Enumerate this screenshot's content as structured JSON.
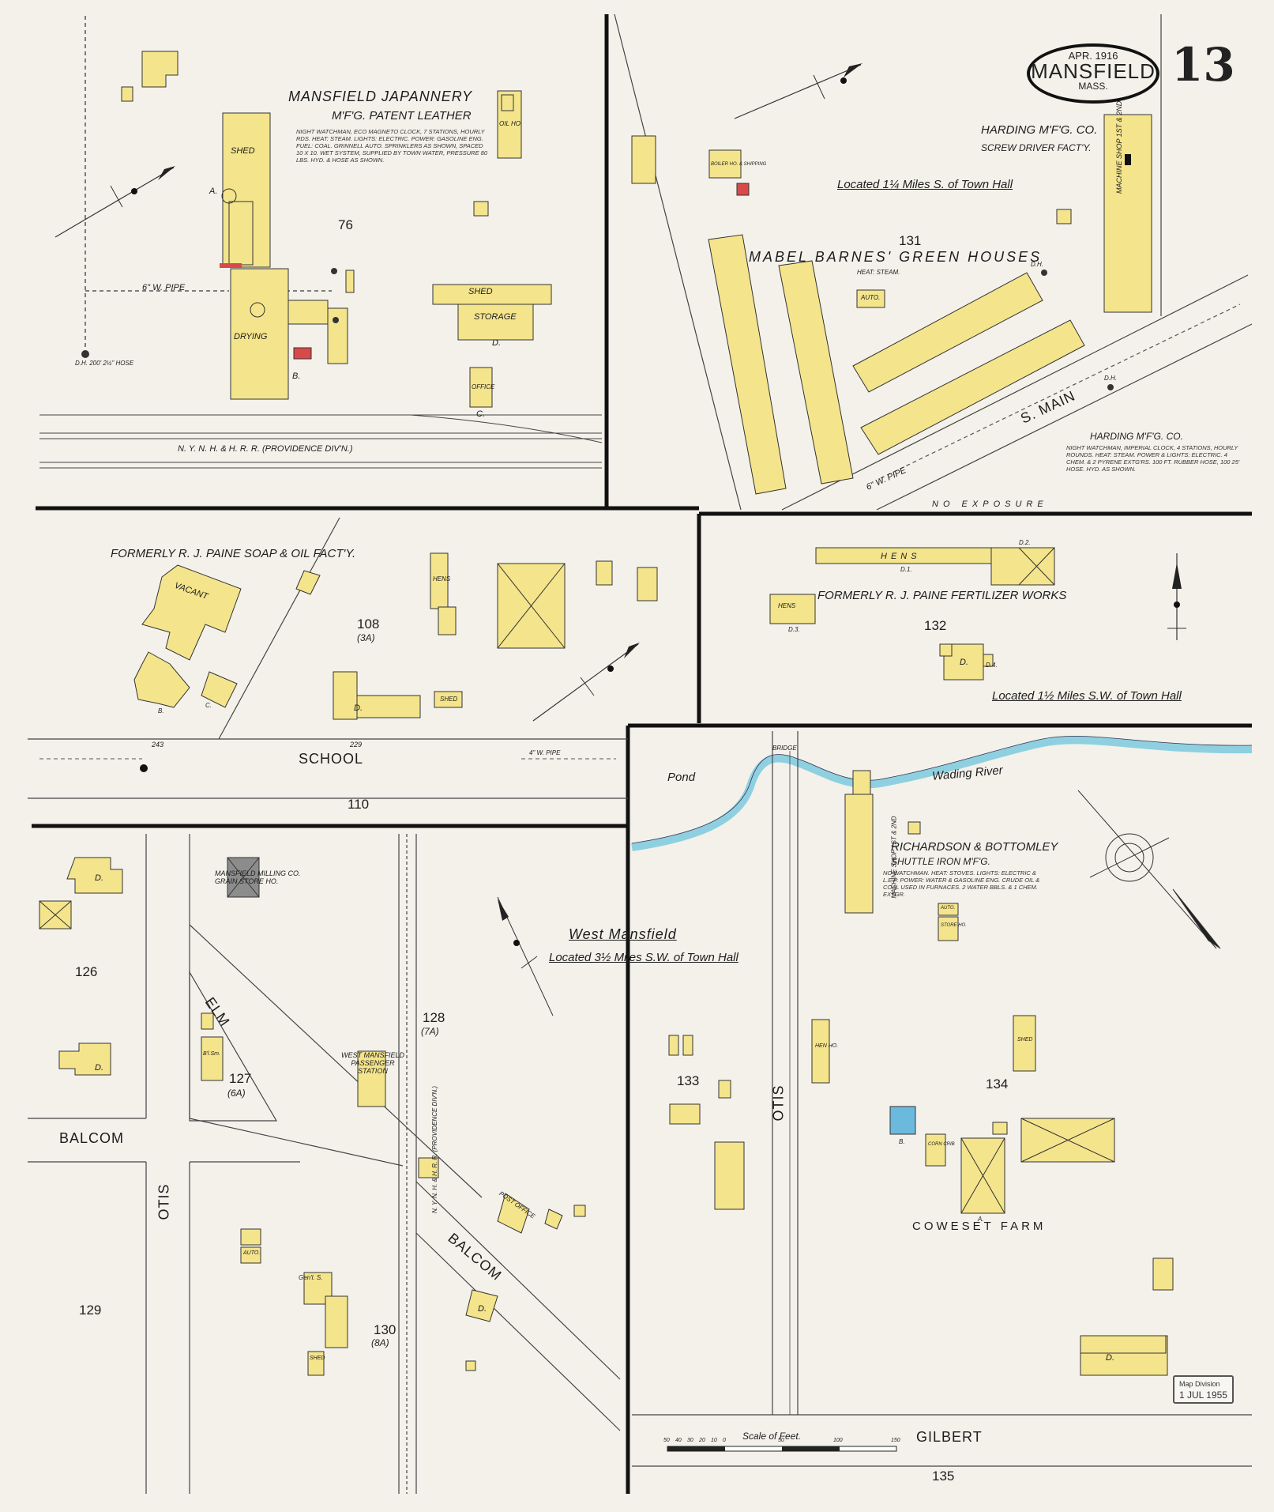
{
  "header": {
    "month_year": "APR. 1916",
    "city": "MANSFIELD",
    "state": "MASS.",
    "sheet_number": "13"
  },
  "panels": {
    "japannery": {
      "title": "MANSFIELD JAPANNERY",
      "subtitle": "M'F'G. PATENT LEATHER",
      "notes": "NIGHT WATCHMAN, ECO MAGNETO CLOCK, 7 STATIONS, HOURLY RDS. HEAT: STEAM. LIGHTS: ELECTRIC. POWER: GASOLINE ENG. FUEL: COAL. GRINNELL AUTO. SPRINKLERS AS SHOWN, SPACED 10 X 10. WET SYSTEM, SUPPLIED BY TOWN WATER, PRESSURE 80 LBS. HYD. & HOSE AS SHOWN.",
      "block": "76",
      "pipe_label": "6\" W. PIPE",
      "hydrant": "D.H. 200' 2½\" HOSE",
      "rail": "N. Y. N. H. & H. R. R.   (PROVIDENCE DIV'N.)",
      "labels": [
        "SHED",
        "DRYING",
        "STORAGE",
        "SHED",
        "OFFICE",
        "OIL HO.",
        "A.",
        "B.",
        "C.",
        "D."
      ]
    },
    "greenhouses": {
      "company": "HARDING M'F'G. CO.",
      "company_sub": "SCREW DRIVER FACT'Y.",
      "location": "Located 1¼ Miles S. of Town Hall",
      "owner": "MABEL BARNES' GREEN HOUSES",
      "heat": "HEAT: STEAM.",
      "block": "131",
      "street": "S. MAIN",
      "pipe": "6\" W. PIPE",
      "exposure": "NO  EXPOSURE",
      "notes_title": "HARDING M'F'G. CO.",
      "notes": "NIGHT WATCHMAN, IMPERIAL CLOCK, 4 STATIONS, HOURLY ROUNDS. HEAT: STEAM. POWER & LIGHTS: ELECTRIC. 4 CHEM. & 2 PYRENE EXTG'RS. 100 FT. RUBBER HOSE, 100 25' HOSE. HYD. AS SHOWN.",
      "labels": [
        "MACHINE SHOP 1ST & 2ND",
        "BOILER HO. & SHIPPING",
        "AUTO.",
        "D.H.",
        "D.H."
      ]
    },
    "paine_soap": {
      "title": "FORMERLY R. J. PAINE SOAP & OIL FACT'Y.",
      "block": "108",
      "block_sub": "(3A)",
      "labels": [
        "VACANT",
        "HENS",
        "SHED",
        "D.",
        "B.",
        "C."
      ]
    },
    "paine_fertilizer": {
      "title": "FORMERLY R. J. PAINE FERTILIZER WORKS",
      "block": "132",
      "location": "Located 1½ Miles S.W. of Town Hall",
      "labels": [
        "HENS",
        "HENS",
        "D.",
        "D.1.",
        "D.2.",
        "D.3.",
        "D.4."
      ]
    },
    "school": {
      "street": "SCHOOL",
      "block": "110",
      "pipe": "4\" W. PIPE",
      "num_left": "243",
      "num_mid": "229"
    },
    "west_mansfield": {
      "title": "West Mansfield",
      "location": "Located 3½ Miles S.W. of Town Hall",
      "mill": "MANSFIELD MILLING CO. GRAIN STORE HO.",
      "station": "WEST MANSFIELD PASSENGER STATION",
      "post_office": "POST OFFICE",
      "blocks": [
        "126",
        "127",
        "(6A)",
        "128",
        "(7A)",
        "129",
        "130",
        "(8A)"
      ],
      "streets": [
        "ELM",
        "BALCOM",
        "OTIS",
        "BALCOM"
      ],
      "rail": "N. Y. N. H. & H. R. R.  (PROVIDENCE DIV'N.)",
      "labels": [
        "Gen'l. S.",
        "SHED",
        "AUTO.",
        "B'l.Sm.",
        "D.",
        "D.",
        "D."
      ]
    },
    "richardson": {
      "pond": "Pond",
      "river": "Wading   River",
      "bridge": "BRIDGE",
      "company": "RICHARDSON & BOTTOMLEY",
      "company_sub": "SHUTTLE IRON M'F'G.",
      "notes": "NO WATCHMAN. HEAT: STOVES. LIGHTS: ELECTRIC & L.E.P. POWER: WATER & GASOLINE ENG. CRUDE OIL & COAL USED IN FURNACES. 2 WATER BBLS. & 1 CHEM. EXTGR.",
      "farm": "COWESET  FARM",
      "street_otis": "OTIS",
      "street_gilbert": "GILBERT",
      "blocks": [
        "133",
        "134",
        "135"
      ],
      "scale_title": "Scale of Feet.",
      "scale_ticks": [
        "50",
        "40",
        "30",
        "20",
        "10",
        "0",
        "50",
        "100",
        "150"
      ],
      "stamp_line1": "Map Division",
      "stamp_line2": "1 JUL 1955",
      "labels": [
        "MACHINE SHOP 1ST & 2ND",
        "SHED",
        "HEN HO.",
        "STORE HO.",
        "AUTO.",
        "CORN CRIB",
        "D.",
        "B.",
        "A."
      ]
    }
  },
  "colors": {
    "building": "#f4e48c",
    "outline": "#333333",
    "water": "#8fd0e0",
    "paper": "#f3f1ea",
    "stone": "#8c8c8c",
    "sprinkler": "#d84a4a"
  }
}
